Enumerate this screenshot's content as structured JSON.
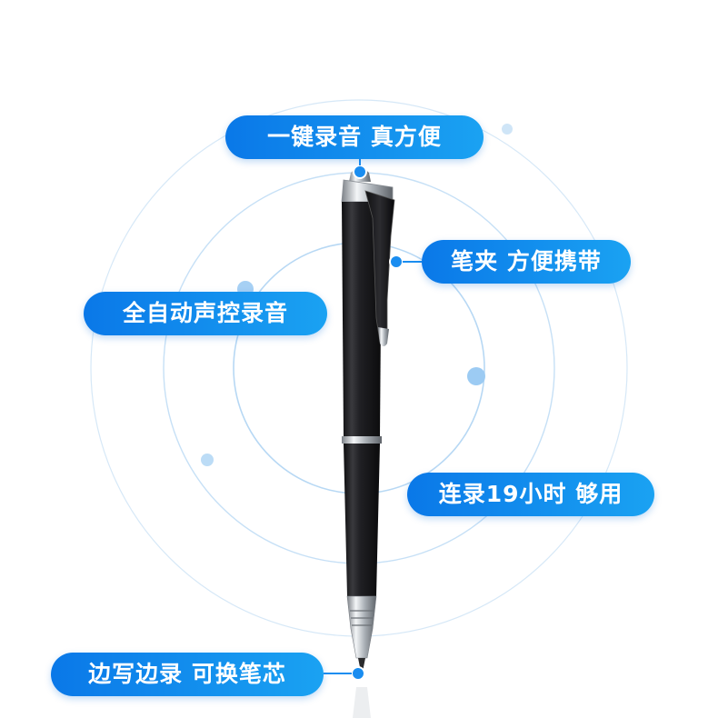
{
  "labels": {
    "record": "一键录音 真方便",
    "clip": "笔夹 方便携带",
    "voice": "全自动声控录音",
    "hours": "连录19小时 够用",
    "refill": "边写边录 可换笔芯"
  },
  "colors": {
    "accent": "#0a78e8",
    "accent_light": "#1aa2f2",
    "ring": "#bcdaf3",
    "dot": "#9ccbf3",
    "pen_body": "#1b1b1d",
    "chrome": "#cfd3d8"
  }
}
